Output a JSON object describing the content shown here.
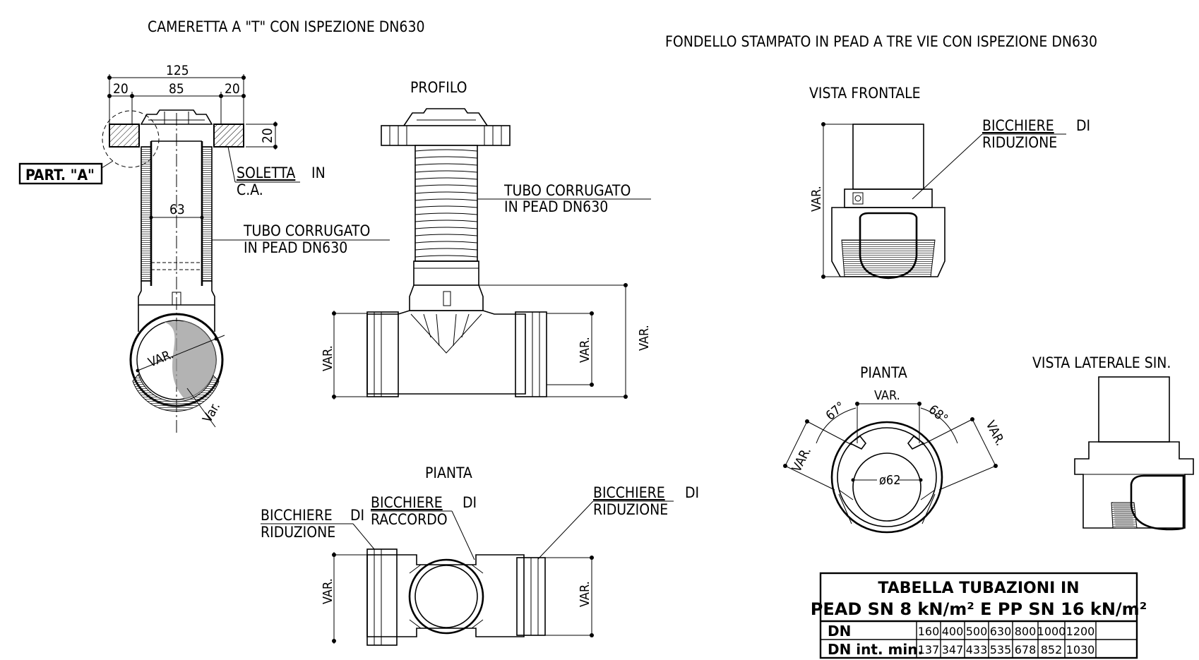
{
  "titles": {
    "left": "CAMERETTA A \"T\" CON ISPEZIONE DN630",
    "right": "FONDELLO STAMPATO IN PEAD A TRE VIE CON ISPEZIONE DN630"
  },
  "left_section": {
    "dims": {
      "top": "125",
      "left": "20",
      "mid": "85",
      "right": "20",
      "slab": "20",
      "pipe": "63",
      "var": "VAR.",
      "var2": "Var."
    },
    "part_label": "PART. \"A\"",
    "soletta": {
      "line1": "SOLETTA",
      "line1b": "IN",
      "line2": "C.A."
    },
    "tubo": {
      "line1": "TUBO CORRUGATO",
      "line2": "IN PEAD DN630"
    }
  },
  "profilo": {
    "title": "PROFILO",
    "tubo": {
      "line1": "TUBO CORRUGATO",
      "line2": "IN PEAD DN630"
    },
    "var_left": "VAR.",
    "var_right": "VAR.",
    "var_far": "VAR."
  },
  "pianta_left": {
    "title": "PIANTA",
    "bicchiere_raccordo": {
      "line1": "BICCHIERE",
      "line1b": "DI",
      "line2": "RACCORDO"
    },
    "bicchiere_riduzione_left": {
      "line1": "BICCHIERE",
      "line1b": "DI",
      "line2": "RIDUZIONE"
    },
    "bicchiere_riduzione_right": {
      "line1": "BICCHIERE",
      "line1b": "DI",
      "line2": "RIDUZIONE"
    },
    "var_left": "VAR.",
    "var_right": "VAR."
  },
  "vista_frontale": {
    "title": "VISTA FRONTALE",
    "label": {
      "line1": "BICCHIERE",
      "line1b": "DI",
      "line2": "RIDUZIONE"
    },
    "var": "VAR."
  },
  "pianta_right": {
    "title": "PIANTA",
    "var_top": "VAR.",
    "angle_left": "67°",
    "angle_right": "68°",
    "var_left": "VAR.",
    "var_right": "VAR.",
    "diameter": "ø62"
  },
  "vista_laterale": {
    "title": "VISTA LATERALE SIN."
  },
  "table": {
    "title_line1": "TABELLA TUBAZIONI IN",
    "title_line2": "PEAD SN 8 kN/m² E PP SN 16 kN/m²",
    "rows": [
      {
        "label": "DN",
        "values": [
          "160",
          "400",
          "500",
          "630",
          "800",
          "1000",
          "1200"
        ]
      },
      {
        "label": "DN int. min.",
        "values": [
          "137",
          "347",
          "433",
          "535",
          "678",
          "852",
          "1030"
        ]
      }
    ]
  }
}
